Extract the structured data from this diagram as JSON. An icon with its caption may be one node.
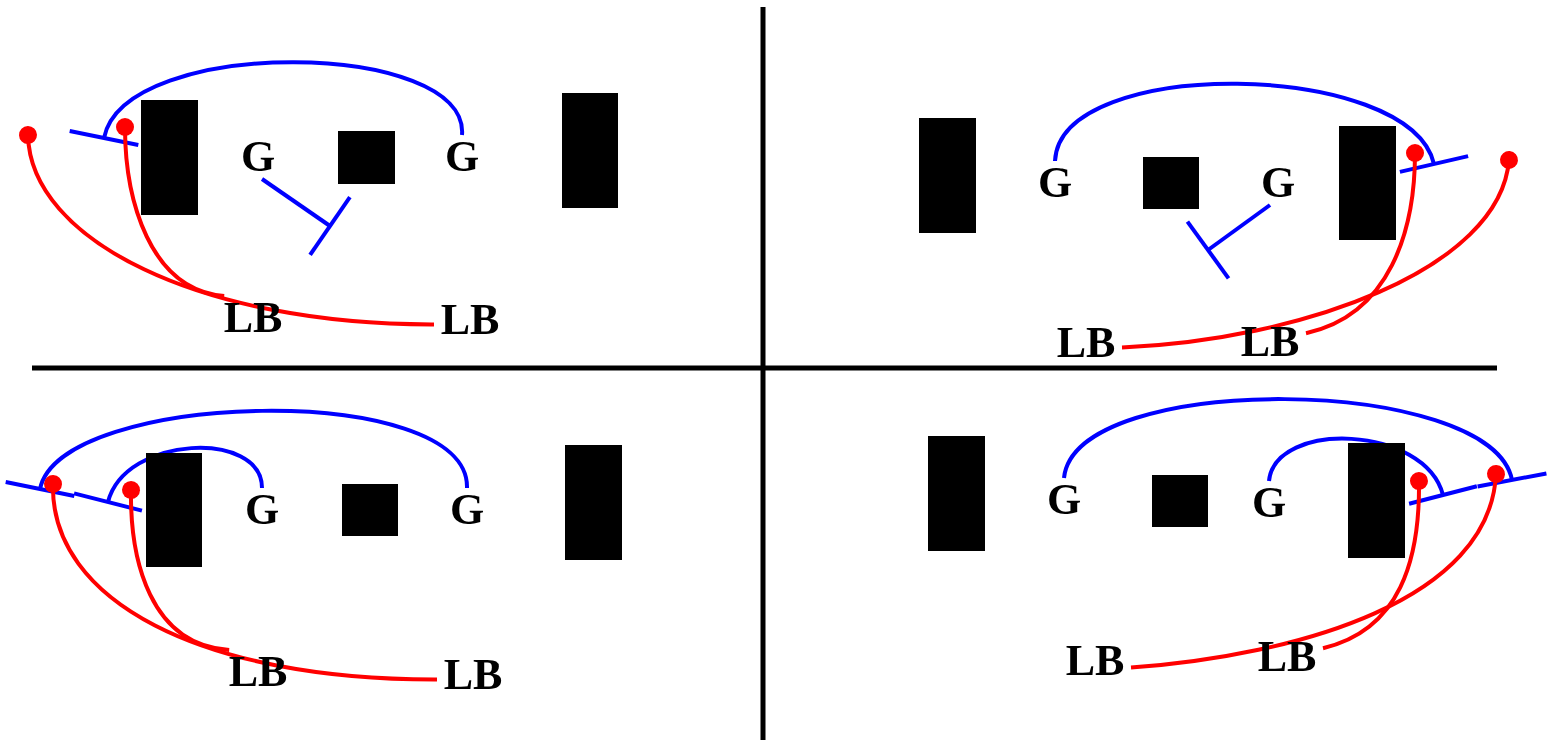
{
  "diagram": {
    "nodes": [
      {
        "text": [],
        "shape": "box"
      },
      {
        "text": [
          "G"
        ]
      },
      {
        "text": [],
        "shape": "box"
      },
      {
        "text": [
          "G"
        ]
      },
      {
        "text": [],
        "shape": "box"
      },
      {
        "text": [
          "LB"
        ]
      },
      {
        "text": [
          "LB"
        ]
      },
      {
        "text": [],
        "shape": "box"
      },
      {
        "text": [
          "G"
        ]
      },
      {
        "text": [],
        "shape": "box"
      },
      {
        "text": [
          "G"
        ]
      },
      {
        "text": [],
        "shape": "box"
      },
      {
        "text": [
          "LB"
        ]
      },
      {
        "text": [
          "LB"
        ]
      },
      {
        "text": [],
        "shape": "box"
      },
      {
        "text": [
          "G"
        ]
      },
      {
        "text": [],
        "shape": "box"
      },
      {
        "text": [
          "G"
        ]
      },
      {
        "text": [],
        "shape": "box"
      },
      {
        "text": [
          "LB"
        ]
      },
      {
        "text": [
          "LB"
        ]
      },
      {
        "text": [],
        "shape": "box"
      },
      {
        "text": [
          "G"
        ]
      },
      {
        "text": [],
        "shape": "box"
      },
      {
        "text": [
          "G"
        ]
      },
      {
        "text": [],
        "shape": "box"
      },
      {
        "text": [
          "LB"
        ]
      },
      {
        "text": [
          "LB"
        ]
      }
    ],
    "edges": [
      {
        "from": 3,
        "to": 0,
        "arrow": "other",
        "color": "#0000ff"
      },
      {
        "from": 1,
        "to": 2,
        "arrow": "other",
        "color": "#0000ff"
      },
      {
        "from": 5,
        "to": 0,
        "arrow": "other",
        "color": "#ff0000"
      },
      {
        "from": 6,
        "to": null,
        "arrow": "other",
        "color": "#ff0000"
      },
      {
        "from": 8,
        "to": 11,
        "arrow": "other",
        "color": "#0000ff"
      },
      {
        "from": 10,
        "to": 9,
        "arrow": "other",
        "color": "#0000ff"
      },
      {
        "from": 12,
        "to": null,
        "arrow": "other",
        "color": "#ff0000"
      },
      {
        "from": 13,
        "to": 11,
        "arrow": "other",
        "color": "#ff0000"
      },
      {
        "from": 17,
        "to": null,
        "arrow": "other",
        "color": "#0000ff"
      },
      {
        "from": 15,
        "to": 14,
        "arrow": "other",
        "color": "#0000ff"
      },
      {
        "from": 19,
        "to": 14,
        "arrow": "other",
        "color": "#ff0000"
      },
      {
        "from": 20,
        "to": null,
        "arrow": "other",
        "color": "#ff0000"
      },
      {
        "from": 22,
        "to": null,
        "arrow": "other",
        "color": "#0000ff"
      },
      {
        "from": 24,
        "to": 25,
        "arrow": "other",
        "color": "#0000ff"
      },
      {
        "from": 26,
        "to": null,
        "arrow": "other",
        "color": "#ff0000"
      },
      {
        "from": 27,
        "to": 25,
        "arrow": "other",
        "color": "#ff0000"
      }
    ]
  }
}
